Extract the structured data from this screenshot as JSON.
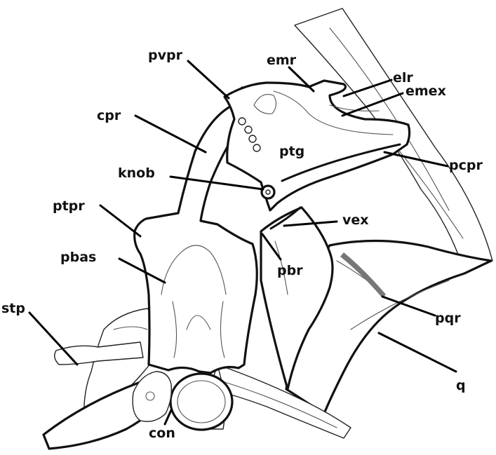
{
  "labels": {
    "pvpr": "pvpr",
    "emr": "emr",
    "elr": "elr",
    "emex": "emex",
    "cpr": "cpr",
    "ptg": "ptg",
    "pcpr": "pcpr",
    "knob": "knob",
    "ptpr": "ptpr",
    "vex": "vex",
    "pbas": "pbas",
    "pbr": "pbr",
    "stp": "stp",
    "pqr": "pqr",
    "q": "q",
    "con": "con"
  }
}
